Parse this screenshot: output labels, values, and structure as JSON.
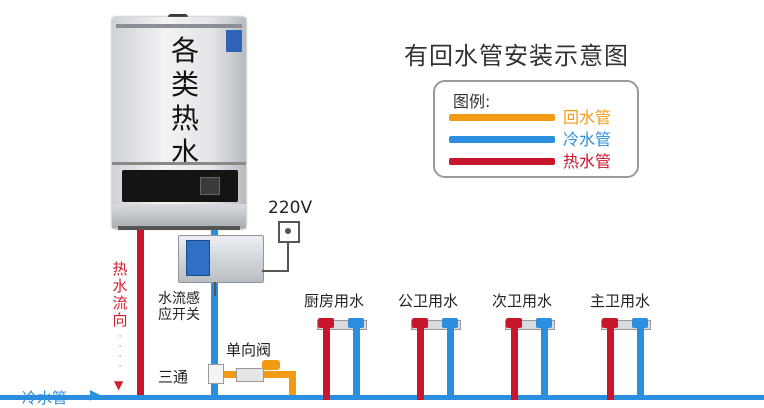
{
  "title": "有回水管安装示意图",
  "legend": {
    "heading": "图例:",
    "items": [
      {
        "label": "回水管",
        "color": "#f39a15"
      },
      {
        "label": "冷水管",
        "color": "#2b8ede"
      },
      {
        "label": "热水管",
        "color": "#c8162c"
      }
    ]
  },
  "heater": {
    "label": "各类热水器"
  },
  "power": {
    "label": "220V"
  },
  "flow_sensor": {
    "label": "水流感应开关"
  },
  "hot_flow": {
    "label": "热水流向"
  },
  "check_valve": {
    "label": "单向阀"
  },
  "tee": {
    "label": "三通"
  },
  "cold_pipe": {
    "label": "冷水管"
  },
  "fixtures": [
    {
      "label": "厨房用水"
    },
    {
      "label": "公卫用水"
    },
    {
      "label": "次卫用水"
    },
    {
      "label": "主卫用水"
    }
  ]
}
